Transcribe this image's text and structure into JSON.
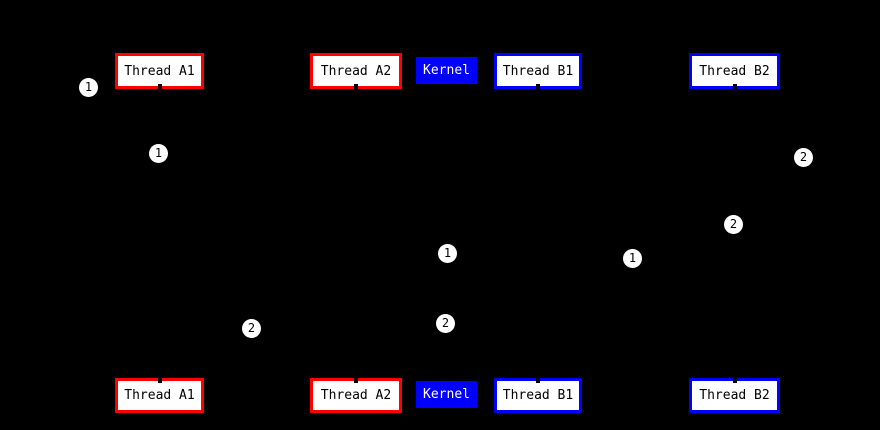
{
  "diagram": {
    "type": "sequence-diagram",
    "background_color": "#000000",
    "colors": {
      "thread_a_border": "#ff0000",
      "thread_b_border": "#0000ff",
      "kernel_fill": "#0000ff",
      "participant_fill": "#ffffff",
      "participant_text": "#000000",
      "kernel_text": "#ffffff",
      "marker_fill": "#ffffff",
      "marker_text": "#000000"
    },
    "participants": [
      {
        "label": "Thread A1"
      },
      {
        "label": "Thread A2"
      },
      {
        "label": "Kernel"
      },
      {
        "label": "Thread B1"
      },
      {
        "label": "Thread B2"
      }
    ],
    "markers": [
      "1",
      "1",
      "2",
      "2",
      "1",
      "1",
      "2",
      "2"
    ]
  }
}
